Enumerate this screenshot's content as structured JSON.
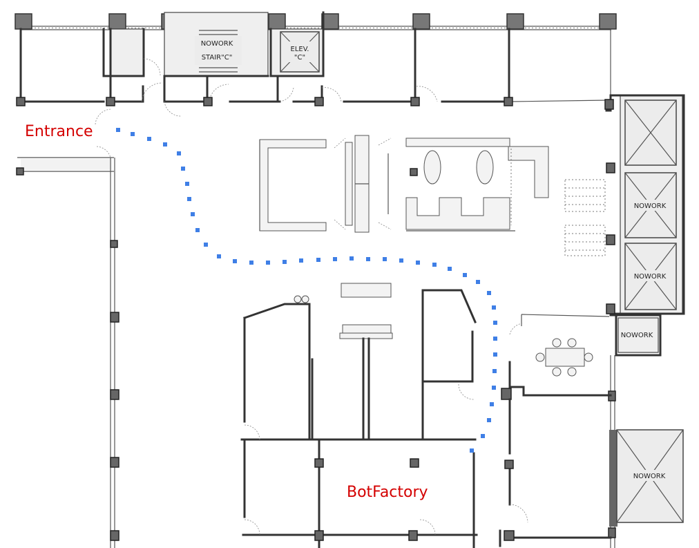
{
  "labels": {
    "entrance": "Entrance",
    "botfactory": "BotFactory",
    "stair_line1": "NOWORK",
    "stair_line2": "STAIR\"C\"",
    "elev_line1": "ELEV.",
    "elev_line2": "\"C\"",
    "nowork_1": "NOWORK",
    "nowork_2": "NOWORK",
    "nowork_3": "NOWORK",
    "nowork_4": "NOWORK"
  },
  "colors": {
    "route": "#3f7fe6",
    "label_red": "#d40000",
    "wall": "#333333"
  },
  "icons": [
    "elevator-shaft-icon",
    "stair-icon",
    "door-swing-icon",
    "table-icon",
    "column-icon"
  ]
}
